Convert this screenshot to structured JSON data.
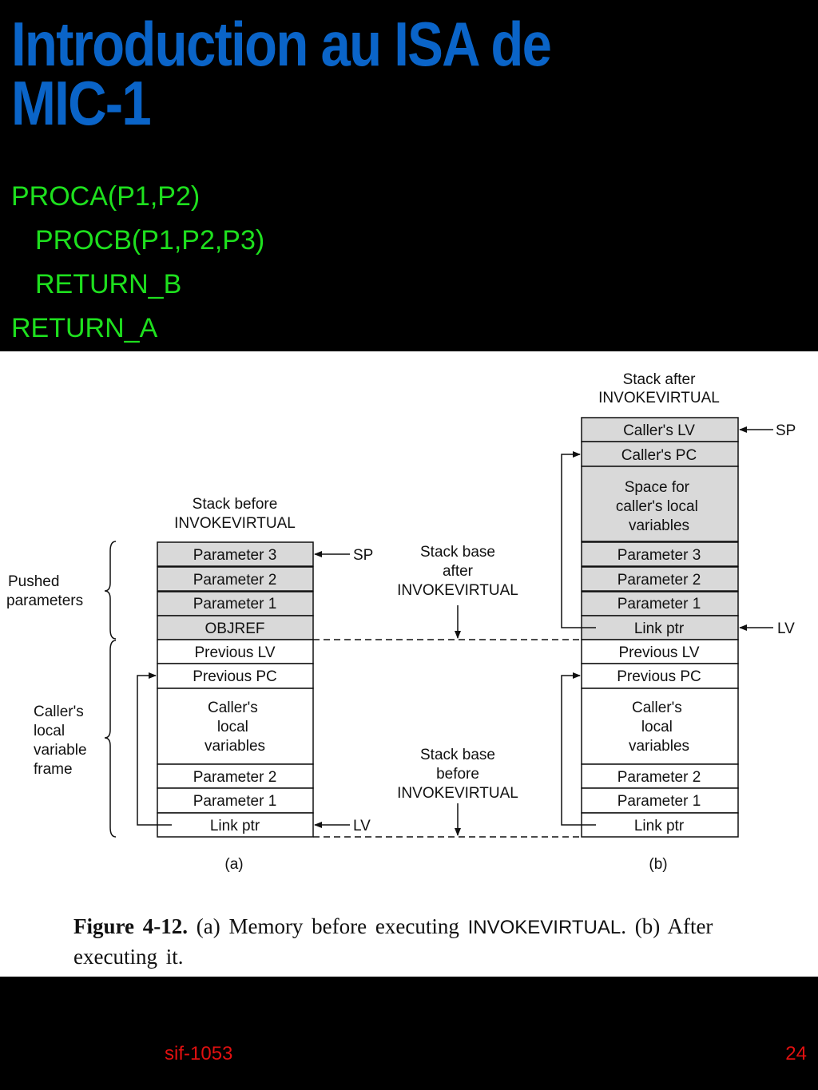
{
  "slide": {
    "title_line1": "Introduction au ISA de",
    "title_line2": "MIC-1",
    "code_lines": [
      "PROCA(P1,P2)",
      "PROCB(P1,P2,P3)",
      "RETURN_B",
      "RETURN_A"
    ],
    "footer_left": "sif-1053",
    "page_number": "24"
  },
  "figure": {
    "stack_a_heading": [
      "Stack before",
      "INVOKEVIRTUAL"
    ],
    "stack_b_heading": [
      "Stack after",
      "INVOKEVIRTUAL"
    ],
    "stack_a_cells": [
      "Parameter 3",
      "Parameter 2",
      "Parameter 1",
      "OBJREF",
      "Previous LV",
      "Previous PC",
      "Caller's local variables",
      "Parameter 2",
      "Parameter 1",
      "Link ptr"
    ],
    "stack_b_cells": [
      "Caller's LV",
      "Caller's PC",
      "Space for caller's local variables",
      "Parameter 3",
      "Parameter 2",
      "Parameter 1",
      "Link ptr",
      "Previous LV",
      "Previous PC",
      "Caller's local variables",
      "Parameter 2",
      "Parameter 1",
      "Link ptr"
    ],
    "brace_labels": {
      "pushed": [
        "Pushed",
        "parameters"
      ],
      "frame": [
        "Caller's",
        "local",
        "variable",
        "frame"
      ]
    },
    "pointer_labels": {
      "sp": "SP",
      "lv": "LV"
    },
    "middle_labels": {
      "base_after": [
        "Stack base",
        "after",
        "INVOKEVIRTUAL"
      ],
      "base_before": [
        "Stack base",
        "before",
        "INVOKEVIRTUAL"
      ]
    },
    "sub_labels": {
      "a": "(a)",
      "b": "(b)"
    },
    "caption": {
      "figure_number": "Figure 4-12.",
      "part1": "(a) Memory before executing",
      "instruction": "INVOKEVIRTUAL",
      "part2": ". (b) After executing it."
    },
    "shaded_color": "#d9d9d9"
  }
}
